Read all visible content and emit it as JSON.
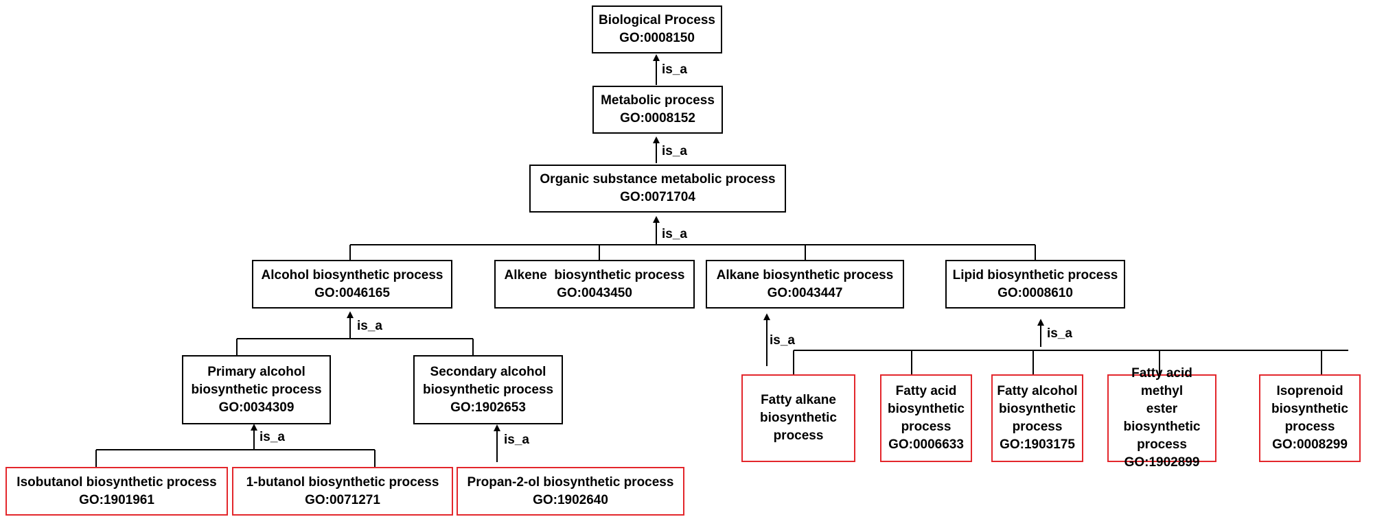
{
  "colors": {
    "black_border": "#000000",
    "red_border": "#e3262b",
    "edge": "#000000"
  },
  "edge_label": "is_a",
  "nodes": {
    "biological_process": {
      "lines": [
        "Biological Process",
        "GO:0008150"
      ]
    },
    "metabolic_process": {
      "lines": [
        "Metabolic process",
        "GO:0008152"
      ]
    },
    "organic_substance": {
      "lines": [
        "Organic substance metabolic process",
        "GO:0071704"
      ]
    },
    "alcohol_biosynthetic": {
      "lines": [
        "Alcohol biosynthetic process",
        "GO:0046165"
      ]
    },
    "alkene_biosynthetic": {
      "lines": [
        "Alkene  biosynthetic process",
        "GO:0043450"
      ]
    },
    "alkane_biosynthetic": {
      "lines": [
        "Alkane biosynthetic process",
        "GO:0043447"
      ]
    },
    "lipid_biosynthetic": {
      "lines": [
        "Lipid biosynthetic process",
        "GO:0008610"
      ]
    },
    "primary_alcohol": {
      "lines": [
        "Primary alcohol",
        "biosynthetic process",
        "GO:0034309"
      ]
    },
    "secondary_alcohol": {
      "lines": [
        "Secondary alcohol",
        "biosynthetic process",
        "GO:1902653"
      ]
    },
    "isobutanol": {
      "lines": [
        "Isobutanol biosynthetic process",
        "GO:1901961"
      ]
    },
    "butanol": {
      "lines": [
        "1-butanol biosynthetic process",
        "GO:0071271"
      ]
    },
    "propan2ol": {
      "lines": [
        "Propan-2-ol biosynthetic process",
        "GO:1902640"
      ]
    },
    "fatty_alkane": {
      "lines": [
        "Fatty alkane",
        "biosynthetic",
        "process"
      ]
    },
    "fatty_acid": {
      "lines": [
        "Fatty acid",
        "biosynthetic",
        "process",
        "GO:0006633"
      ]
    },
    "fatty_alcohol": {
      "lines": [
        "Fatty alcohol",
        "biosynthetic",
        "process",
        "GO:1903175"
      ]
    },
    "fatty_acid_methyl_ester": {
      "lines": [
        "Fatty acid methyl",
        "ester biosynthetic",
        "process",
        "GO:1902899"
      ]
    },
    "isoprenoid": {
      "lines": [
        "Isoprenoid",
        "biosynthetic",
        "process",
        "GO:0008299"
      ]
    }
  }
}
